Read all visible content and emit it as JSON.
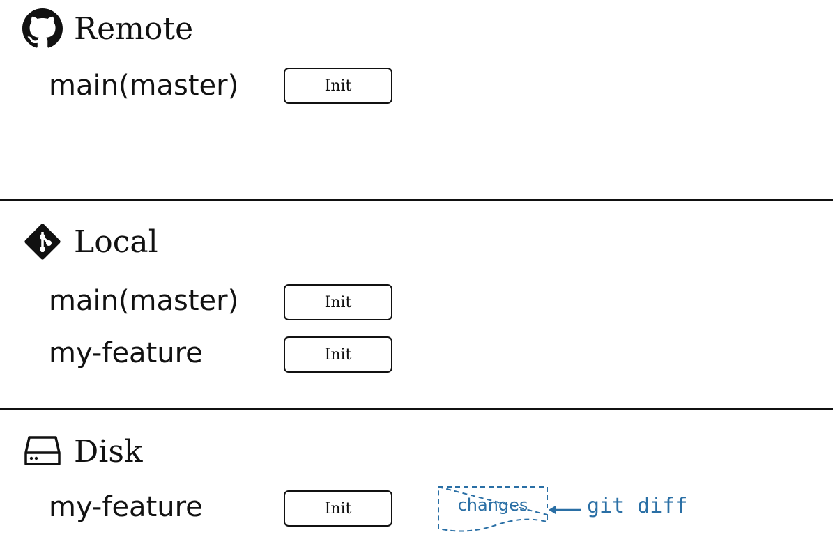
{
  "sections": {
    "remote": {
      "title": "Remote",
      "icon": "github-icon",
      "branches": [
        {
          "name": "main(master)",
          "commit": "Init"
        }
      ]
    },
    "local": {
      "title": "Local",
      "icon": "git-icon",
      "branches": [
        {
          "name": "main(master)",
          "commit": "Init"
        },
        {
          "name": "my-feature",
          "commit": "Init"
        }
      ]
    },
    "disk": {
      "title": "Disk",
      "icon": "hard-drive-icon",
      "branches": [
        {
          "name": "my-feature",
          "commit": "Init"
        }
      ],
      "changes_label": "changes",
      "diff_command": "git diff"
    }
  },
  "colors": {
    "text": "#111111",
    "accent": "#2a6fa5"
  }
}
